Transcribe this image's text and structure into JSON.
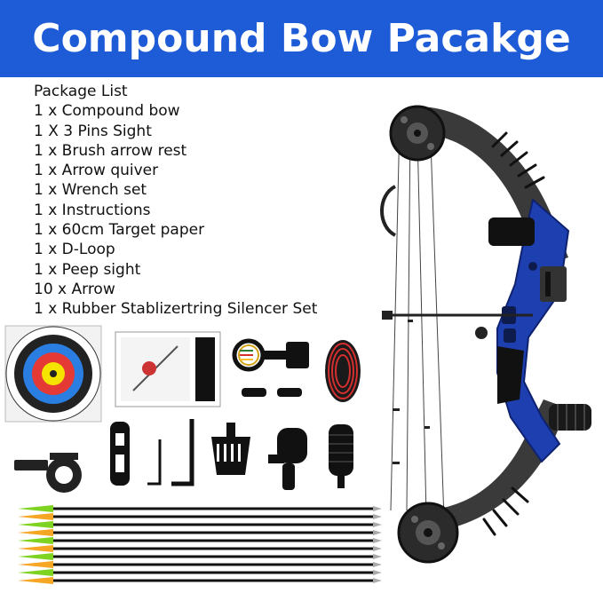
{
  "banner": {
    "title": "Compound Bow Pacakge",
    "background": "#1e5bd6",
    "text_color": "#ffffff"
  },
  "package_list": {
    "heading": "Package List",
    "items": [
      "1 x Compound bow",
      "1 X 3 Pins Sight",
      "1 x Brush arrow rest",
      "1 x Arrow quiver",
      "1 x Wrench set",
      "1 x Instructions",
      "1 x 60cm Target paper",
      "1 x D-Loop",
      "1 x Peep sight",
      "10 x Arrow",
      "1 x Rubber Stablizertring Silencer Set"
    ]
  },
  "product": {
    "riser_color": "#1d3fb0",
    "limb_color": "#3a3a3a",
    "fletching_colors": [
      "#7ed321",
      "#f5a623"
    ]
  }
}
